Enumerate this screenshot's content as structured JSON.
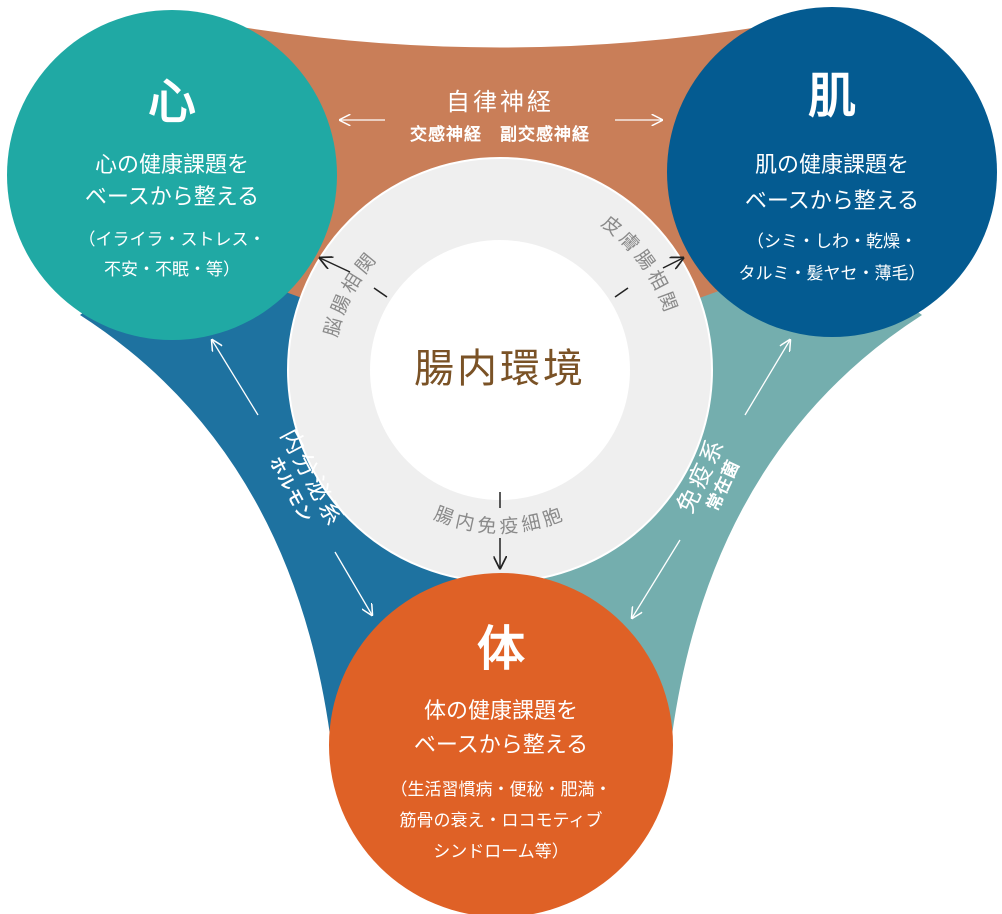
{
  "center": {
    "title": "腸内環境"
  },
  "ring_labels": {
    "left": "脳腸相関",
    "right": "皮膚腸相関",
    "bottom": "腸内免疫細胞"
  },
  "bands": {
    "top": {
      "title": "自律神経",
      "subtitle": "交感神経　副交感神経",
      "color": "#c97e58"
    },
    "left": {
      "title": "内分泌系",
      "subtitle": "ホルモン",
      "color": "#1e72a0"
    },
    "right": {
      "title": "免疫系",
      "subtitle": "常在菌",
      "color": "#74aeae"
    }
  },
  "circles": {
    "mind": {
      "title": "心",
      "line1": "心の健康課題を",
      "line2": "ベースから整える",
      "note1": "（イライラ・ストレス・",
      "note2": "不安・不眠・等）",
      "color": "#20a9a4"
    },
    "skin": {
      "title": "肌",
      "line1": "肌の健康課題を",
      "line2": "ベースから整える",
      "note1": "（シミ・しわ・乾燥・",
      "note2": "タルミ・髪ヤセ・薄毛）",
      "color": "#045b91"
    },
    "body": {
      "title": "体",
      "line1": "体の健康課題を",
      "line2": "ベースから整える",
      "note1": "（生活習慣病・便秘・肥満・",
      "note2": "筋骨の衰え・ロコモティブ",
      "note3": "シンドローム等）",
      "color": "#df6126"
    }
  },
  "colors": {
    "ring": "#efefef",
    "center_text": "#7a5226"
  }
}
